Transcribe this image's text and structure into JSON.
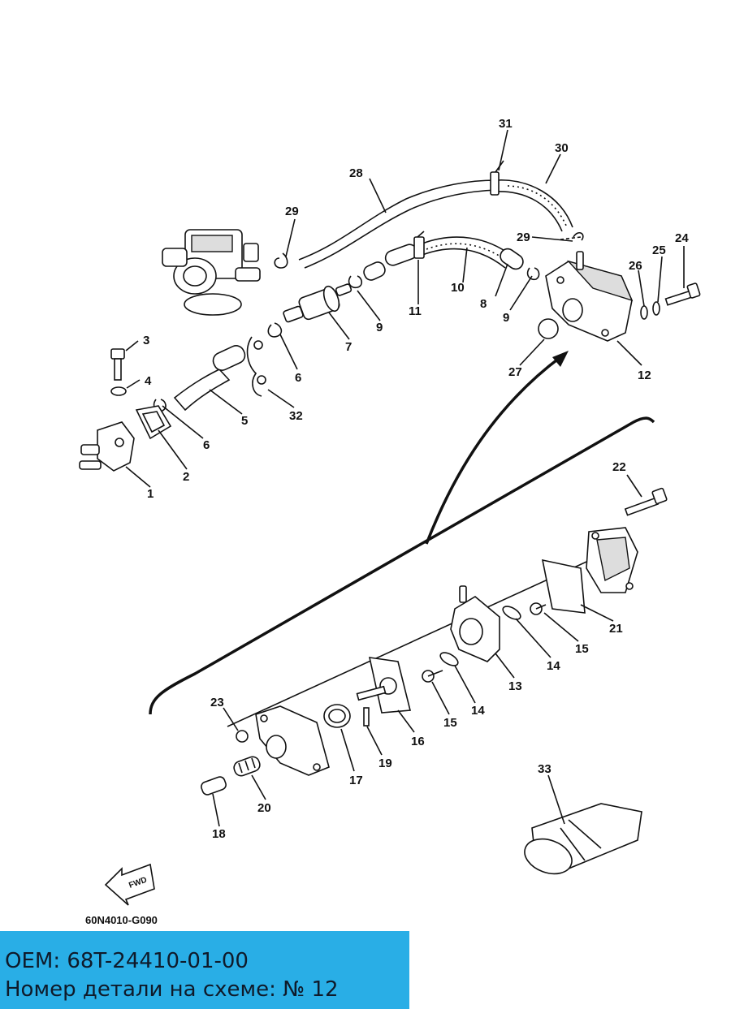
{
  "diagram": {
    "drawing_code": "60N4010-G090",
    "fwd_label": "FWD",
    "callouts": [
      "1",
      "2",
      "3",
      "4",
      "5",
      "6",
      "6",
      "7",
      "8",
      "9",
      "9",
      "10",
      "11",
      "12",
      "13",
      "14",
      "14",
      "15",
      "15",
      "16",
      "17",
      "18",
      "19",
      "20",
      "21",
      "22",
      "23",
      "24",
      "25",
      "26",
      "27",
      "28",
      "29",
      "29",
      "30",
      "31",
      "32",
      "33"
    ]
  },
  "info": {
    "oem_line": "OEM: 68T-24410-01-00",
    "part_line": "Номер детали на схеме: № 12"
  }
}
